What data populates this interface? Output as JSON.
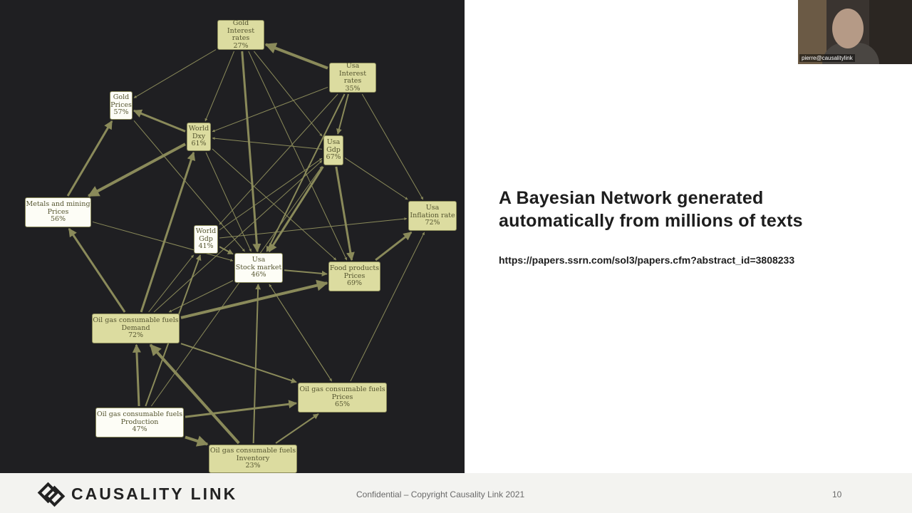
{
  "diagram": {
    "nodes": [
      {
        "id": "gold_ir",
        "lines": [
          "Gold",
          "Interest rates",
          "27%"
        ],
        "fill": "tan"
      },
      {
        "id": "usa_ir",
        "lines": [
          "Usa",
          "Interest rates",
          "35%"
        ],
        "fill": "tan"
      },
      {
        "id": "gold_prices",
        "lines": [
          "Gold",
          "Prices",
          "57%"
        ],
        "fill": "white"
      },
      {
        "id": "world_dxy",
        "lines": [
          "World",
          "Dxy",
          "61%"
        ],
        "fill": "tan"
      },
      {
        "id": "usa_gdp",
        "lines": [
          "Usa",
          "Gdp",
          "67%"
        ],
        "fill": "tan"
      },
      {
        "id": "metals",
        "lines": [
          "Metals and mining",
          "Prices",
          "56%"
        ],
        "fill": "white"
      },
      {
        "id": "usa_infl",
        "lines": [
          "Usa",
          "Inflation rate",
          "72%"
        ],
        "fill": "tan"
      },
      {
        "id": "world_gdp",
        "lines": [
          "World",
          "Gdp",
          "41%"
        ],
        "fill": "white"
      },
      {
        "id": "usa_stock",
        "lines": [
          "Usa",
          "Stock market",
          "46%"
        ],
        "fill": "white"
      },
      {
        "id": "food",
        "lines": [
          "Food products",
          "Prices",
          "69%"
        ],
        "fill": "tan"
      },
      {
        "id": "oil_demand",
        "lines": [
          "Oil gas consumable fuels",
          "Demand",
          "72%"
        ],
        "fill": "tan"
      },
      {
        "id": "oil_prices",
        "lines": [
          "Oil gas consumable fuels",
          "Prices",
          "65%"
        ],
        "fill": "tan"
      },
      {
        "id": "oil_prod",
        "lines": [
          "Oil gas consumable fuels",
          "Production",
          "47%"
        ],
        "fill": "white"
      },
      {
        "id": "oil_inv",
        "lines": [
          "Oil gas consumable fuels",
          "Inventory",
          "23%"
        ],
        "fill": "tan"
      }
    ],
    "edges": [
      [
        "gold_ir",
        "gold_prices",
        1
      ],
      [
        "gold_ir",
        "world_dxy",
        1
      ],
      [
        "gold_ir",
        "usa_stock",
        3
      ],
      [
        "gold_ir",
        "usa_gdp",
        1
      ],
      [
        "gold_ir",
        "food",
        1
      ],
      [
        "usa_ir",
        "gold_ir",
        4
      ],
      [
        "usa_ir",
        "world_dxy",
        1
      ],
      [
        "usa_ir",
        "usa_gdp",
        2
      ],
      [
        "usa_ir",
        "usa_infl",
        1
      ],
      [
        "usa_ir",
        "usa_stock",
        2
      ],
      [
        "usa_ir",
        "world_gdp",
        1
      ],
      [
        "world_dxy",
        "gold_prices",
        3
      ],
      [
        "world_dxy",
        "metals",
        4
      ],
      [
        "world_dxy",
        "usa_stock",
        1
      ],
      [
        "world_dxy",
        "food",
        1
      ],
      [
        "usa_gdp",
        "world_dxy",
        1
      ],
      [
        "usa_gdp",
        "usa_infl",
        1
      ],
      [
        "usa_gdp",
        "food",
        3
      ],
      [
        "usa_gdp",
        "usa_stock",
        3
      ],
      [
        "metals",
        "gold_prices",
        3
      ],
      [
        "metals",
        "usa_stock",
        1
      ],
      [
        "world_gdp",
        "usa_stock",
        2
      ],
      [
        "world_gdp",
        "usa_gdp",
        1
      ],
      [
        "world_gdp",
        "usa_infl",
        1
      ],
      [
        "usa_stock",
        "food",
        2
      ],
      [
        "usa_stock",
        "oil_prices",
        1
      ],
      [
        "usa_stock",
        "oil_demand",
        1
      ],
      [
        "food",
        "usa_infl",
        3
      ],
      [
        "oil_demand",
        "metals",
        3
      ],
      [
        "oil_demand",
        "world_dxy",
        3
      ],
      [
        "oil_demand",
        "food",
        4
      ],
      [
        "oil_demand",
        "oil_prices",
        2
      ],
      [
        "oil_demand",
        "usa_gdp",
        1
      ],
      [
        "oil_demand",
        "world_gdp",
        1
      ],
      [
        "oil_prices",
        "usa_infl",
        1
      ],
      [
        "oil_prices",
        "usa_stock",
        1
      ],
      [
        "oil_prod",
        "oil_demand",
        3
      ],
      [
        "oil_prod",
        "oil_prices",
        3
      ],
      [
        "oil_prod",
        "oil_inv",
        4
      ],
      [
        "oil_prod",
        "world_gdp",
        2
      ],
      [
        "oil_prod",
        "usa_gdp",
        1
      ],
      [
        "oil_inv",
        "oil_demand",
        4
      ],
      [
        "oil_inv",
        "usa_stock",
        2
      ],
      [
        "oil_inv",
        "oil_prices",
        2
      ],
      [
        "gold_prices",
        "usa_stock",
        1
      ]
    ]
  },
  "slide": {
    "title_line1": "A Bayesian Network generated",
    "title_line2": "automatically from millions of texts",
    "link": "https://papers.ssrn.com/sol3/papers.cfm?abstract_id=3808233"
  },
  "webcam": {
    "name": "pierre@causalitylink"
  },
  "footer": {
    "logo_text": "CAUSALITY LINK",
    "confidential": "Confidential – Copyright Causality Link 2021",
    "page_number": "10"
  },
  "colors": {
    "diagram_bg": "#1f1f22",
    "edge": "#8a8a5a",
    "node_tan": "#dcdca0",
    "node_white": "#fdfdf6"
  }
}
